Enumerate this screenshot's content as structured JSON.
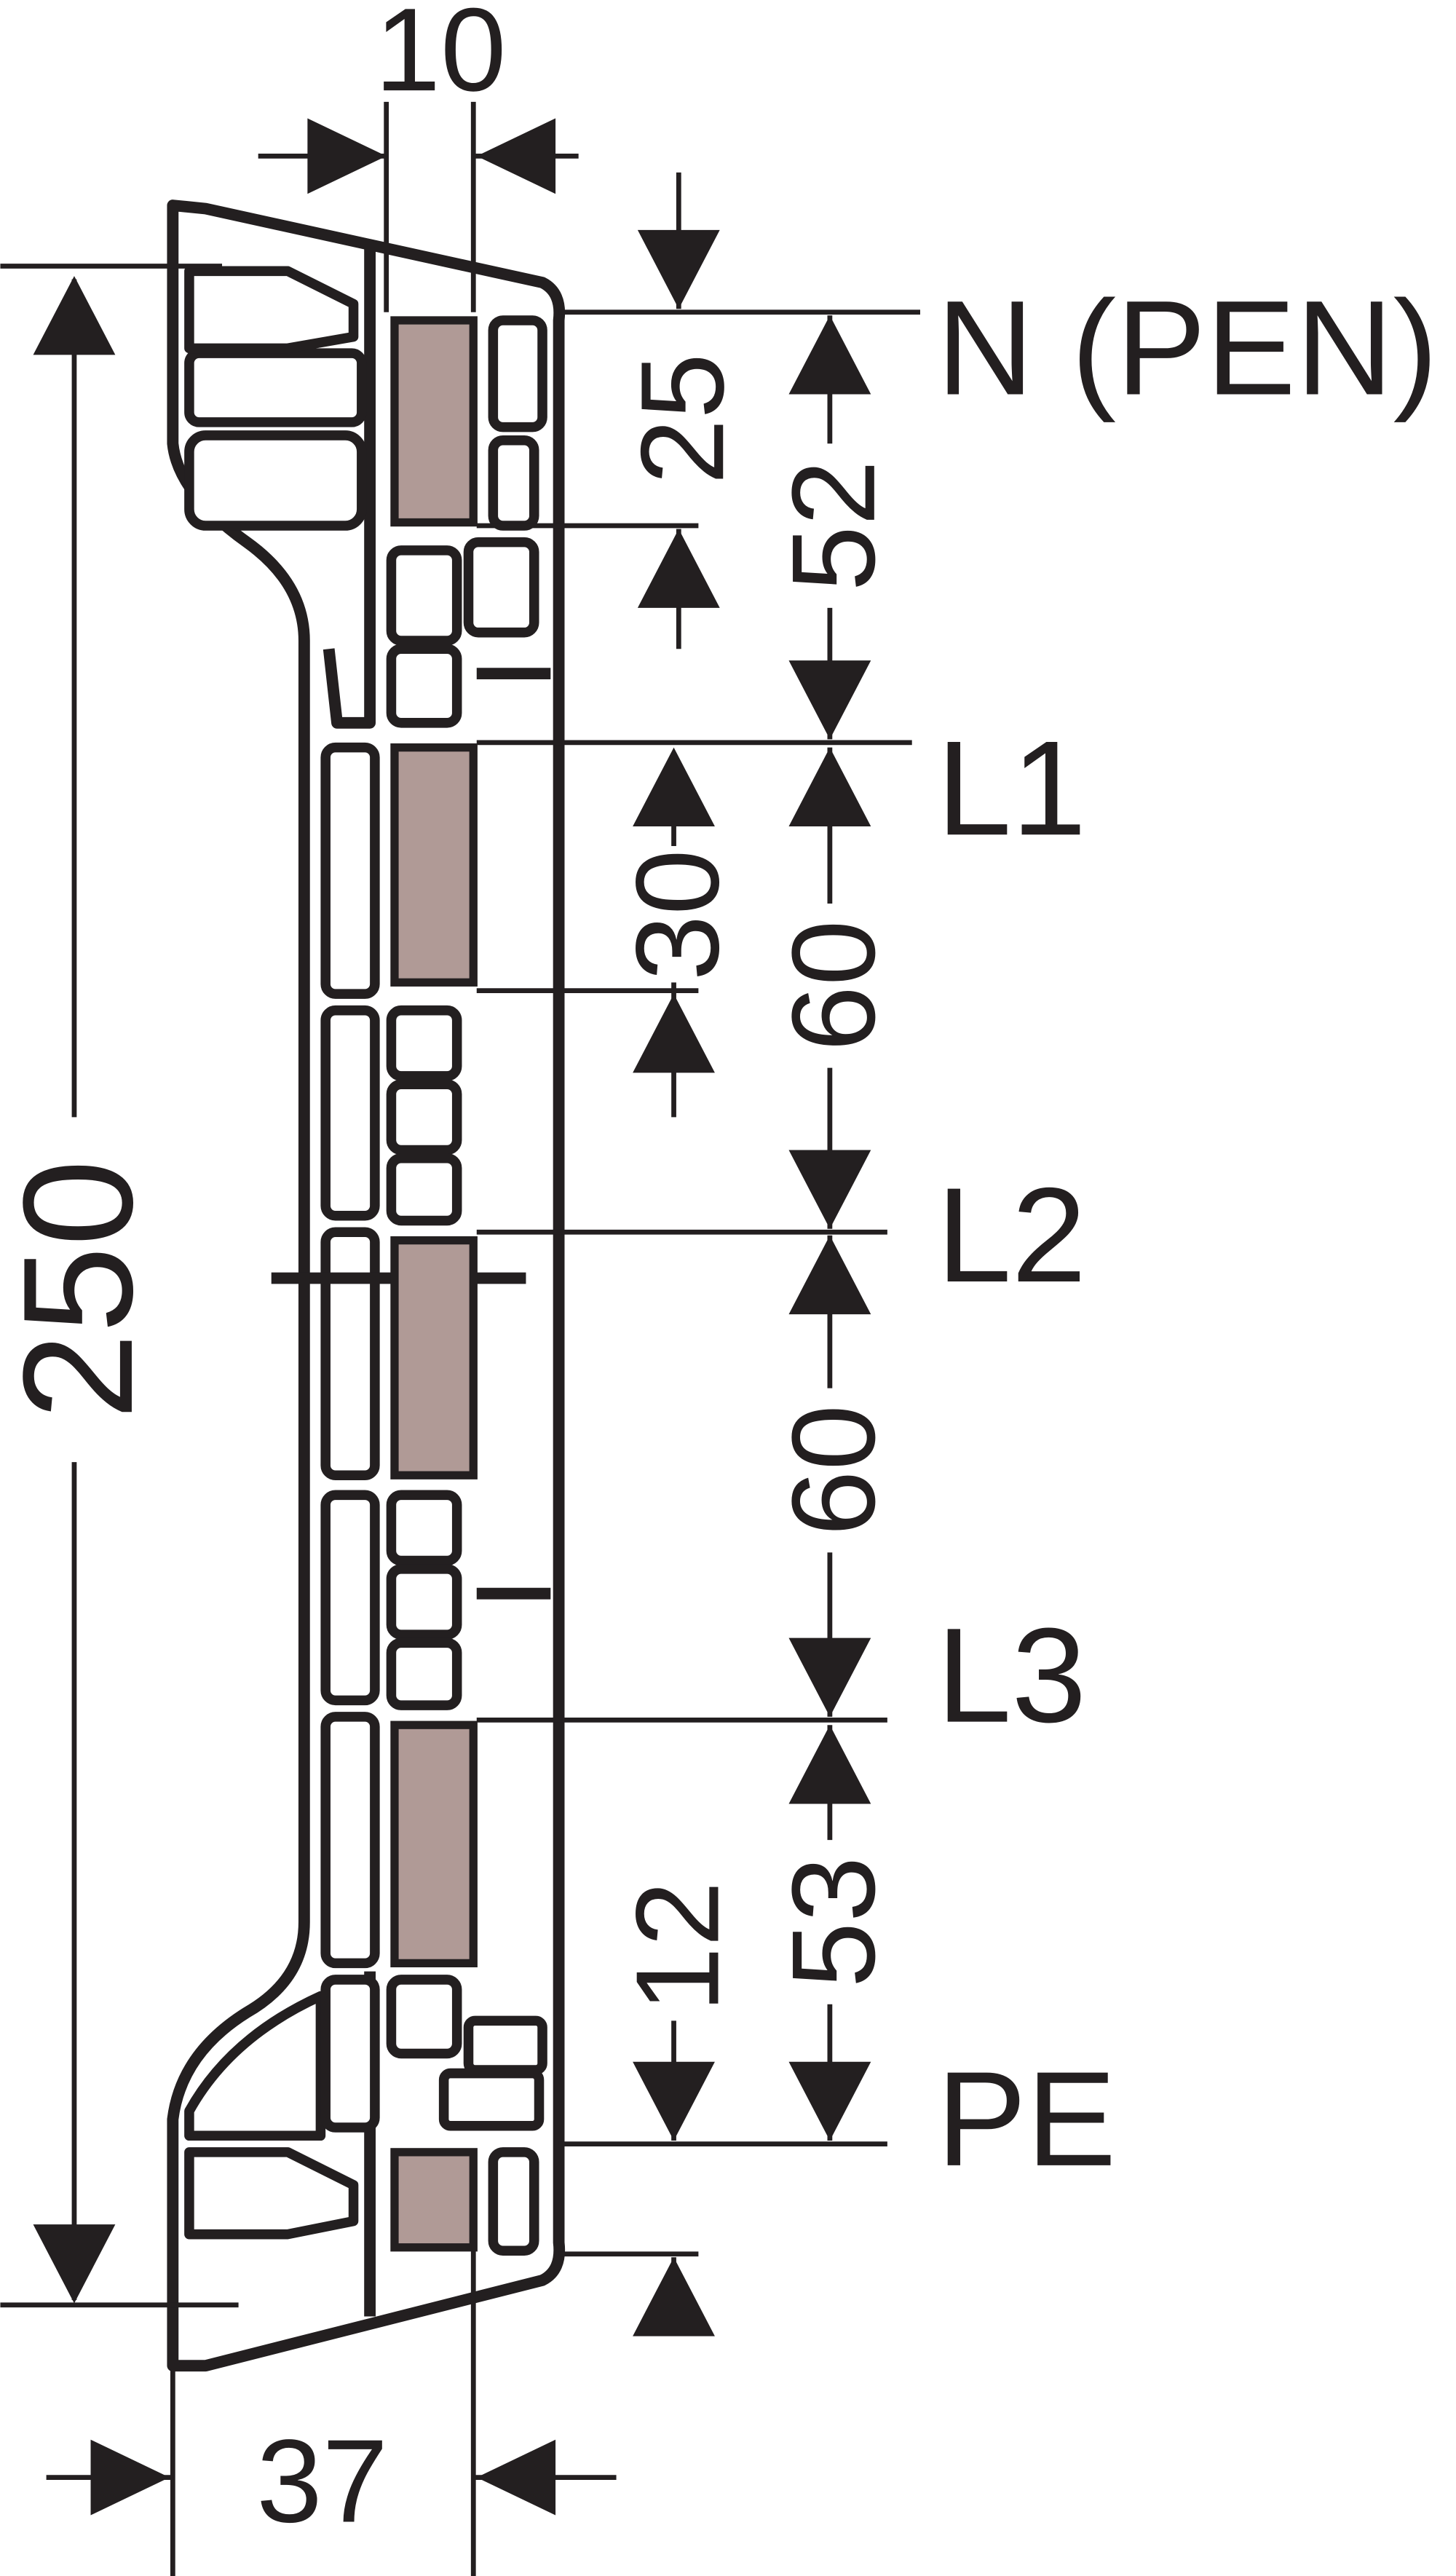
{
  "colors": {
    "line": "#231f20",
    "busbar": "#b09a96",
    "background": "#ffffff"
  },
  "dimensions": {
    "top_width": "10",
    "total_height": "250",
    "bottom_width": "37",
    "n_bar_height": "25",
    "n_to_l1": "52",
    "bar_height": "30",
    "l1_to_l2": "60",
    "l2_to_l3": "60",
    "l3_to_pe": "53",
    "pe_offset": "12"
  },
  "labels": {
    "n": "N (PEN)",
    "l1": "L1",
    "l2": "L2",
    "l3": "L3",
    "pe": "PE"
  }
}
